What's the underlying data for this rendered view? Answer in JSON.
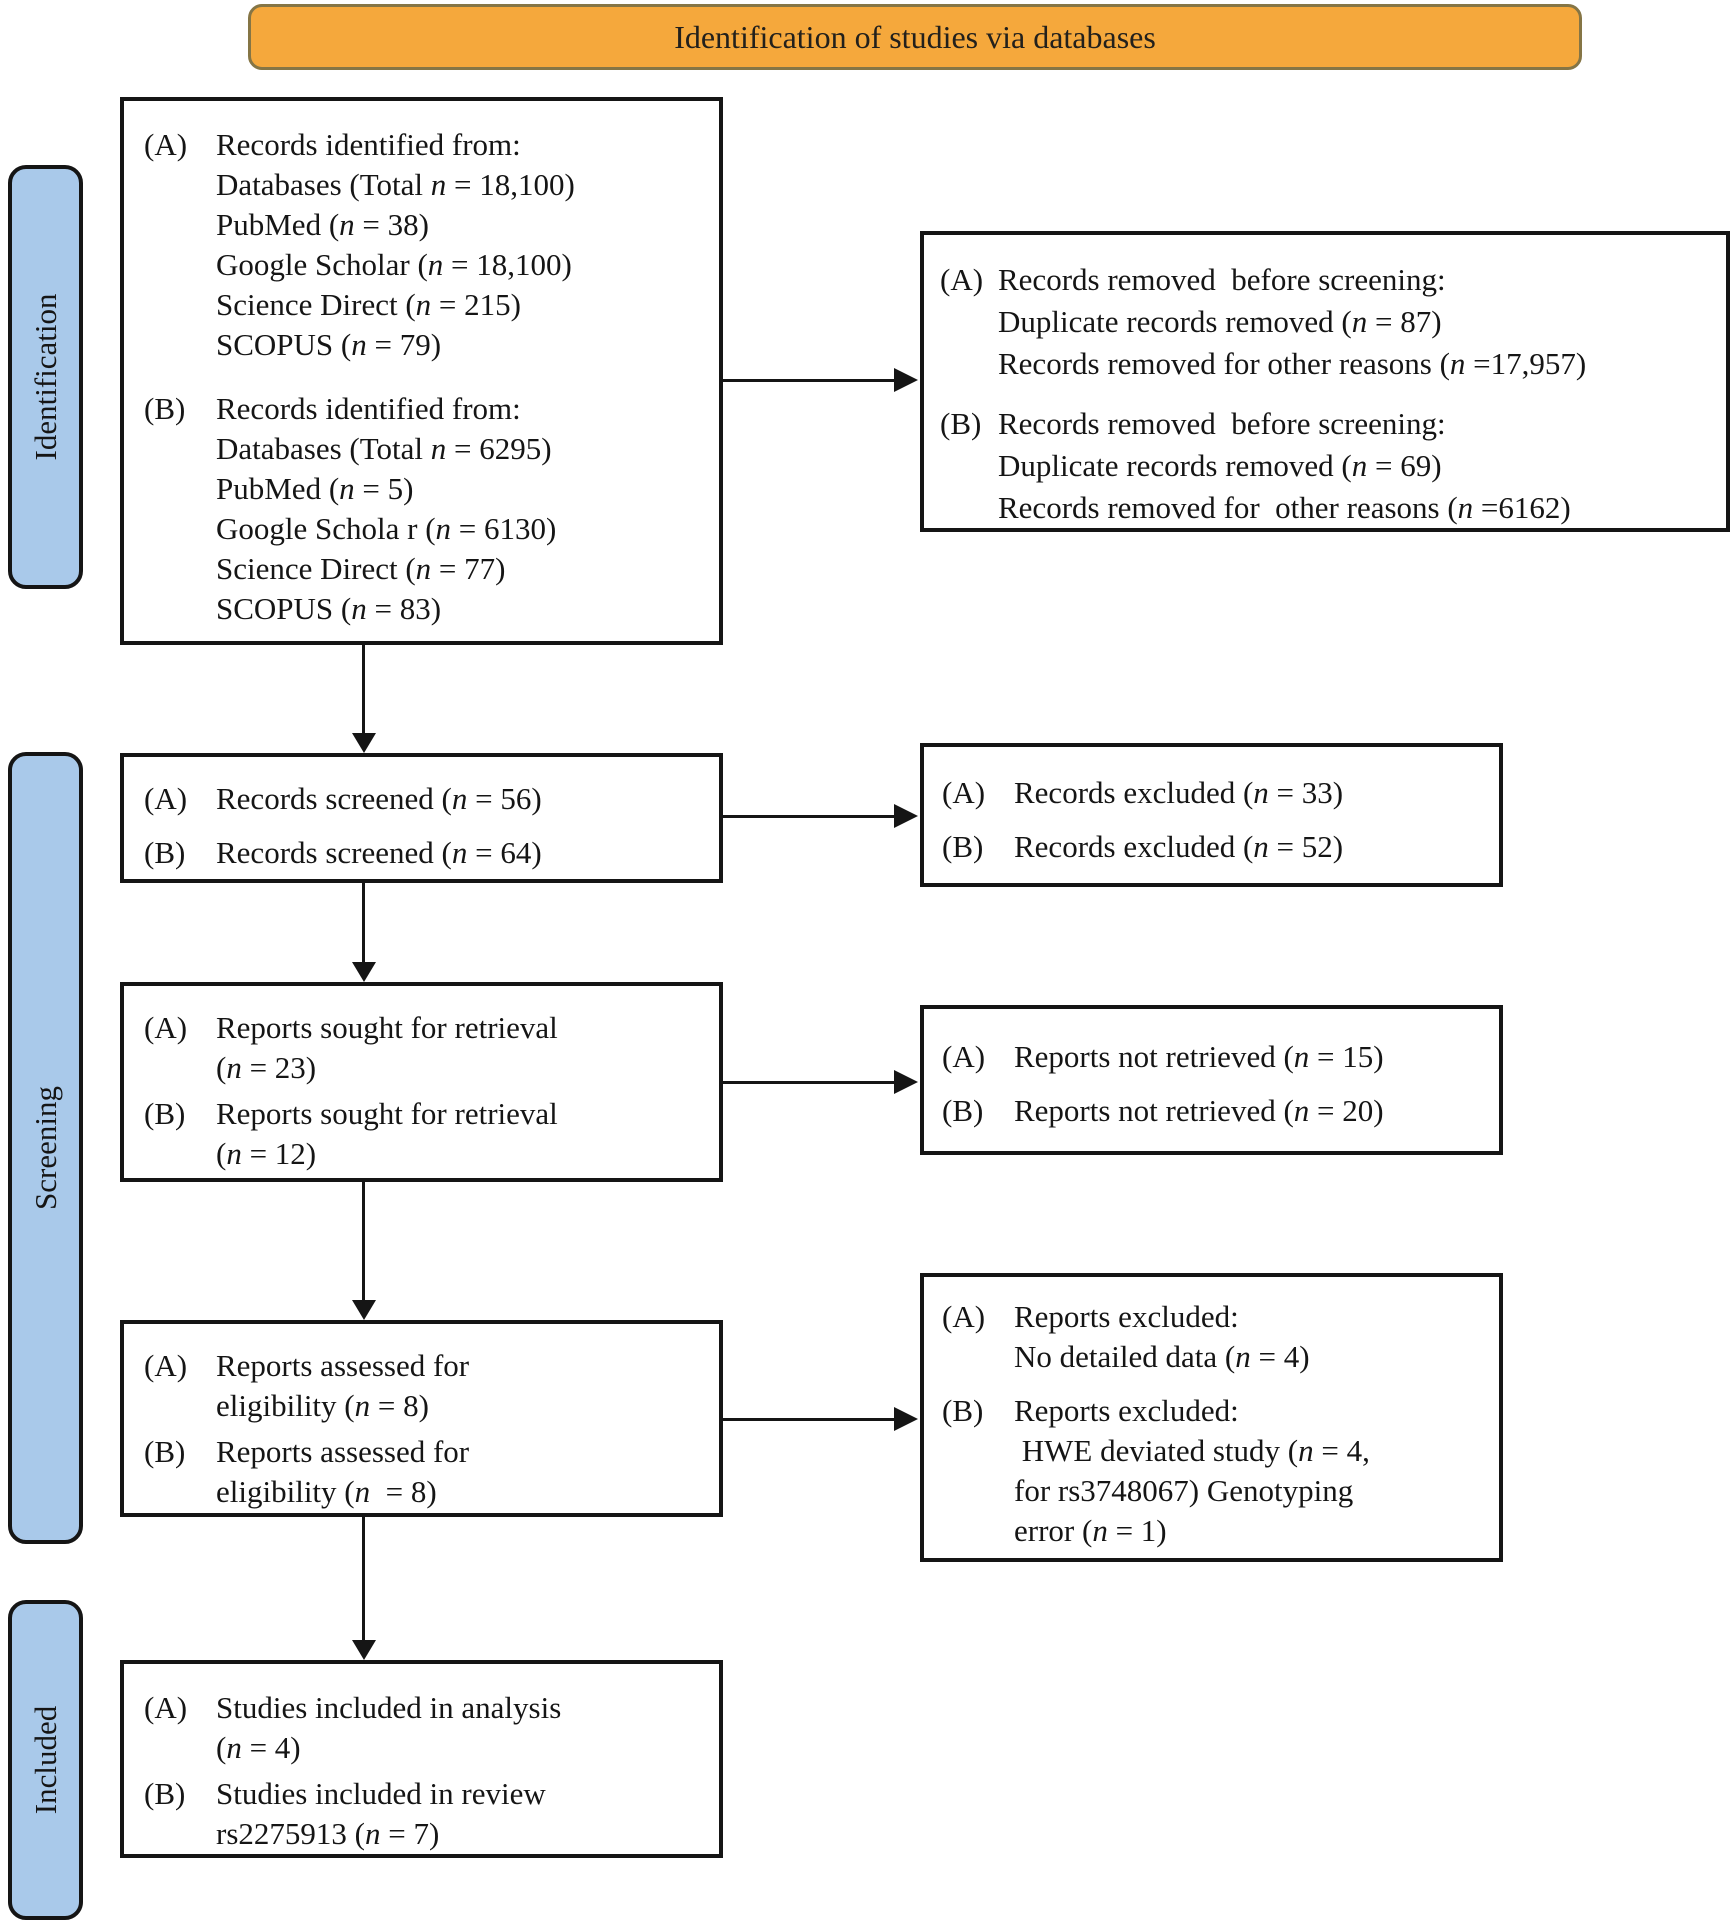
{
  "banner": {
    "title": "Identification of studies via databases"
  },
  "sidebar": {
    "items": [
      {
        "id": "identification",
        "label": "Identification"
      },
      {
        "id": "screening",
        "label": "Screening"
      },
      {
        "id": "included",
        "label": "Included"
      }
    ]
  },
  "flow": {
    "identified": {
      "a": {
        "label": "(A)",
        "lines": [
          "Records identified from:",
          "Databases (Total n = 18,100)",
          "PubMed (n = 38)",
          "Google Scholar (n = 18,100)",
          "Science Direct (n = 215)",
          "SCOPUS (n = 79)"
        ]
      },
      "b": {
        "label": "(B)",
        "lines": [
          "Records identified from:",
          "Databases (Total n = 6295)",
          "PubMed (n = 5)",
          "Google Schola r (n = 6130)",
          "Science Direct (n = 77)",
          "SCOPUS (n = 83)"
        ]
      }
    },
    "removed": {
      "a": {
        "label": "(A)",
        "lines": [
          "Records removed  before screening:",
          "Duplicate records removed (n = 87)",
          "Records removed for other reasons (n =17,957)"
        ]
      },
      "b": {
        "label": "(B)",
        "lines": [
          "Records removed  before screening:",
          "Duplicate records removed (n = 69)",
          "Records removed for  other reasons (n =6162)"
        ]
      }
    },
    "screened": {
      "a": {
        "label": "(A)",
        "lines": [
          "Records screened (n = 56)"
        ]
      },
      "b": {
        "label": "(B)",
        "lines": [
          "Records screened (n = 64)"
        ]
      }
    },
    "excluded": {
      "a": {
        "label": "(A)",
        "lines": [
          "Records excluded (n = 33)"
        ]
      },
      "b": {
        "label": "(B)",
        "lines": [
          "Records excluded (n = 52)"
        ]
      }
    },
    "sought": {
      "a": {
        "label": "(A)",
        "lines": [
          "Reports sought for retrieval",
          "(n = 23)"
        ]
      },
      "b": {
        "label": "(B)",
        "lines": [
          "Reports sought for retrieval",
          "(n = 12)"
        ]
      }
    },
    "not_retrieved": {
      "a": {
        "label": "(A)",
        "lines": [
          "Reports not retrieved (n = 15)"
        ]
      },
      "b": {
        "label": "(B)",
        "lines": [
          "Reports not retrieved (n = 20)"
        ]
      }
    },
    "assessed": {
      "a": {
        "label": "(A)",
        "lines": [
          "Reports assessed for",
          "eligibility (n = 8)"
        ]
      },
      "b": {
        "label": "(B)",
        "lines": [
          "Reports assessed for",
          "eligibility (n  = 8)"
        ]
      }
    },
    "reports_excluded": {
      "a": {
        "label": "(A)",
        "lines": [
          "Reports excluded:",
          "No detailed data (n = 4)"
        ]
      },
      "b": {
        "label": "(B)",
        "lines": [
          "Reports excluded:",
          " HWE deviated study (n = 4,",
          "for rs3748067) Genotyping",
          "error (n = 1)"
        ]
      }
    },
    "included_studies": {
      "a": {
        "label": "(A)",
        "lines": [
          "Studies included in analysis",
          "(n = 4)"
        ]
      },
      "b": {
        "label": "(B)",
        "lines": [
          "Studies included in review",
          "rs2275913 (n = 7)"
        ]
      }
    }
  },
  "colors": {
    "banner_bg": "#F5A83C",
    "banner_border": "#857545",
    "sidebar_bg": "#A9C9EA",
    "line_color": "#151515"
  }
}
